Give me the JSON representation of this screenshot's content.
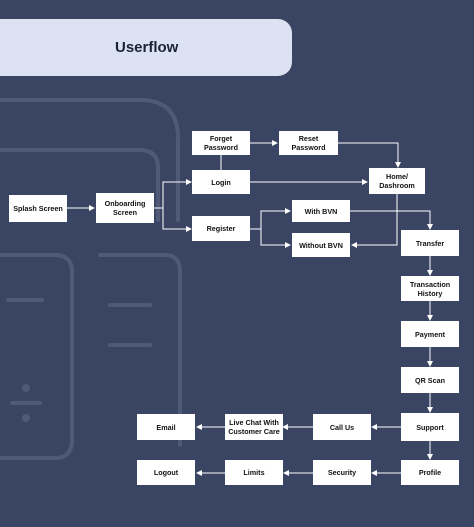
{
  "header": {
    "title": "Userflow"
  },
  "nodes": {
    "splash": "Splash Screen",
    "onboarding": "Onboarding\nScreen",
    "forget_password": "Forget Password",
    "reset_password": "Reset Password",
    "login": "Login",
    "register": "Register",
    "with_bvn": "With BVN",
    "without_bvn": "Without BVN",
    "home": "Home/\nDashroom",
    "transfer": "Transfer",
    "transaction_history": "Transaction\nHistory",
    "payment": "Payment",
    "qr_scan": "QR Scan",
    "support": "Support",
    "call_us": "Call Us",
    "live_chat": "Live Chat With\nCustomer Care",
    "email": "Email",
    "profile": "Profile",
    "security": "Security",
    "limits": "Limits",
    "logout": "Logout"
  },
  "colors": {
    "background": "#3a4563",
    "header": "#dde2f3",
    "node": "#ffffff",
    "connector": "#ffffff"
  }
}
